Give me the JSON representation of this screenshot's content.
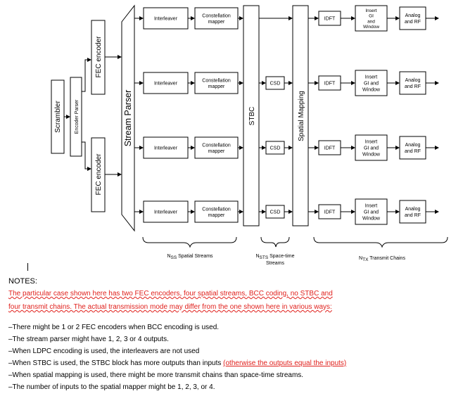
{
  "diagram": {
    "scrambler": "Scrambler",
    "encoder_parser": "Encoder Parser",
    "fec_encoder": "FEC encoder",
    "stream_parser": "Stream Parser",
    "interleaver": "Interleaver",
    "constellation_mapper": [
      "Constellation",
      "mapper"
    ],
    "stbc": "STBC",
    "csd": "CSD",
    "spatial_mapping": "Spatial Mapping",
    "idft": "IDFT",
    "insert_gi_top": [
      "Insert",
      "GI",
      "and",
      "Window"
    ],
    "insert_gi": [
      "Insert",
      "GI and",
      "Window"
    ],
    "analog_rf": [
      "Analog",
      "and RF"
    ],
    "label_ss": "N",
    "label_ss_sub": "SS",
    "label_ss_rest": " Spatial Streams",
    "label_sts": "N",
    "label_sts_sub": "STS",
    "label_sts_rest": " Space-time",
    "label_sts_line2": "Streams",
    "label_tx": "N",
    "label_tx_sub": "TX",
    "label_tx_rest": " Transmit Chains"
  },
  "notes": {
    "title": "NOTES:",
    "red_line1": "The particular case shown here has two FEC encoders, four spatial streams, BCC coding, no STBC and",
    "red_line2": "four transmit chains. The actual transmission mode may differ from the one shown here in various ways:",
    "bullets": [
      "–There might be 1 or 2 FEC encoders when BCC encoding is used.",
      "–The stream parser might have 1, 2, 3 or 4 outputs.",
      "–When LDPC encoding is used, the interleavers are not used",
      "–When STBC is used, the STBC block has more outputs than inputs ",
      "–When spatial mapping is used, there might be more transmit chains than space-time streams.",
      "–The number of inputs to the spatial mapper might be 1, 2, 3, or 4."
    ],
    "bullet4_red": "(otherwise the outputs equal the inputs)"
  },
  "colors": {
    "note_red": "#e0201c",
    "stroke": "#000000"
  }
}
